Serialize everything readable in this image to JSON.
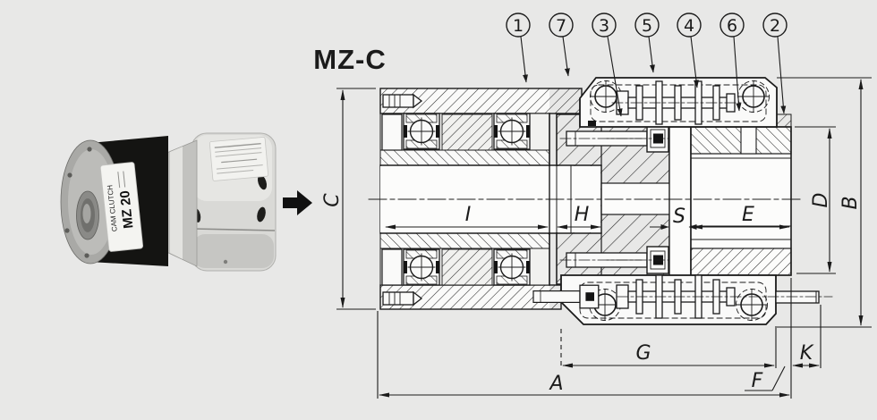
{
  "title": "MZ-C",
  "photo": {
    "drum_label": {
      "line1": "CAM CLUTCH",
      "line2": "MZ 20"
    }
  },
  "callouts": [
    {
      "number": "1"
    },
    {
      "number": "7"
    },
    {
      "number": "3"
    },
    {
      "number": "5"
    },
    {
      "number": "4"
    },
    {
      "number": "6"
    },
    {
      "number": "2"
    }
  ],
  "dimensions": {
    "left_od": "C",
    "left_bore_length": "I",
    "mid_length": "H",
    "gap": "S",
    "right_hub_length": "E",
    "right_od": "D",
    "overall_height": "B",
    "arm_length": "G",
    "shaft_extension": "K",
    "flange_offset": "F",
    "overall_length": "A"
  },
  "colors": {
    "background": "#e8e8e7",
    "line": "#1b1b1b",
    "fill_white": "#fafaf9"
  }
}
